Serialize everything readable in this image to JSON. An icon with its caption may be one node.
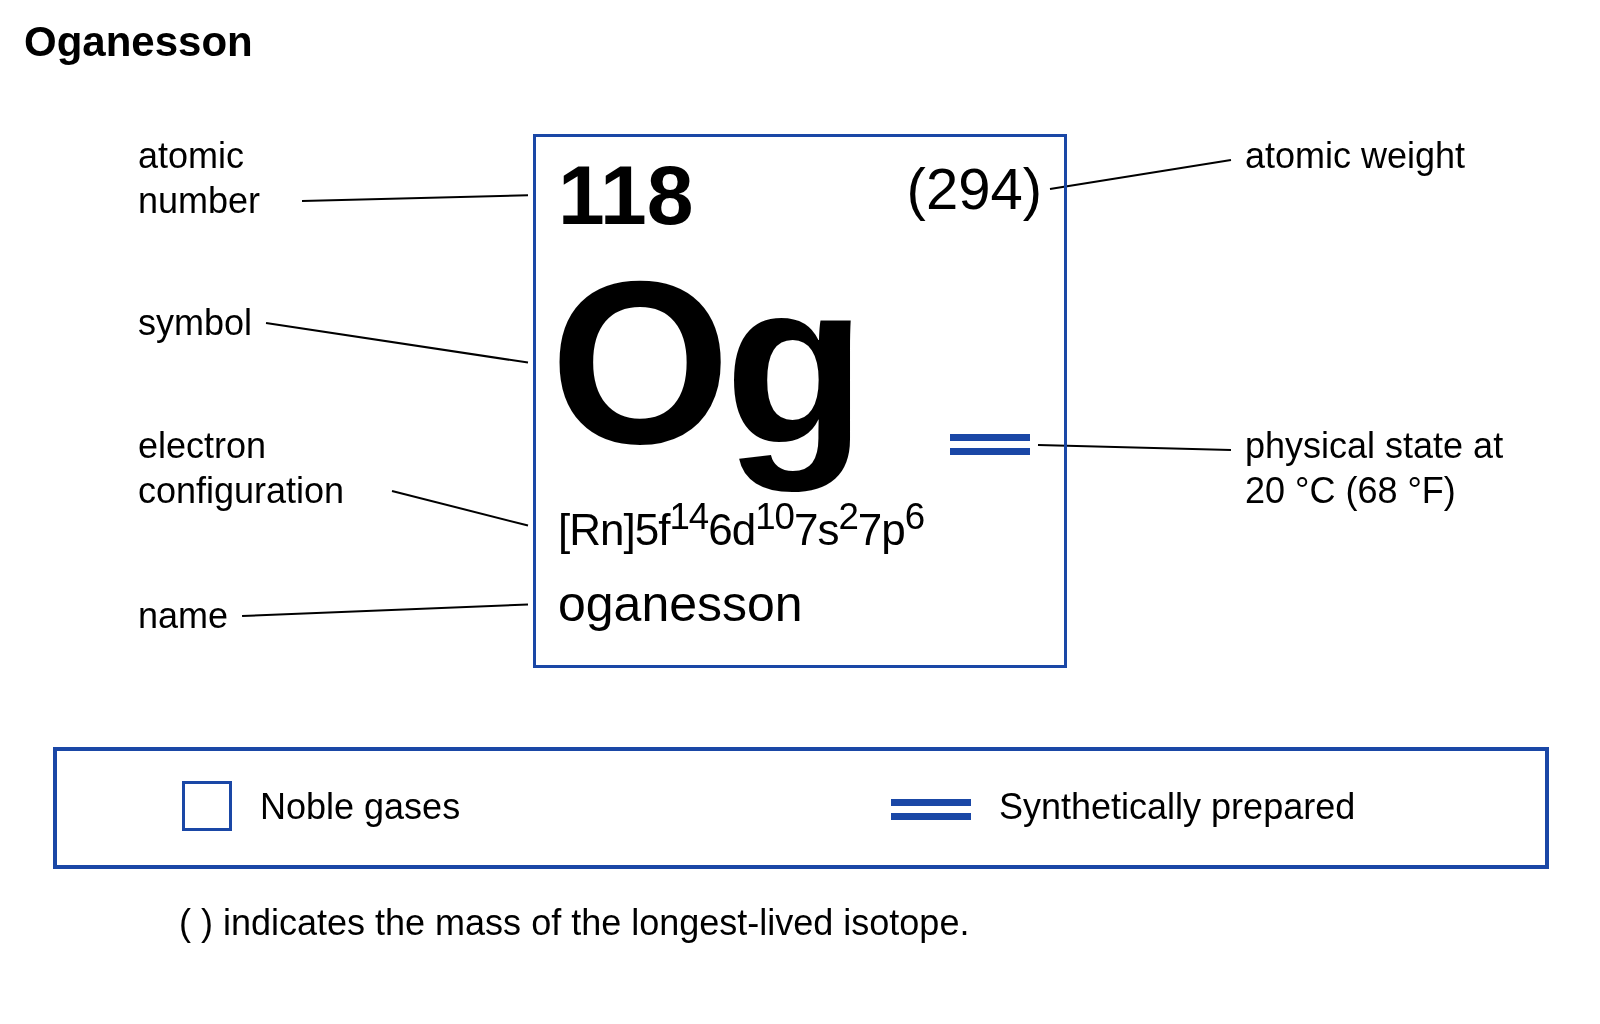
{
  "diagram": {
    "title": "Oganesson",
    "nodes": [
      {
        "text": [],
        "shape": "box"
      },
      {
        "text": [
          "118"
        ],
        "in": 0
      },
      {
        "text": [
          "(294)"
        ],
        "in": 0
      },
      {
        "text": [
          "Og"
        ],
        "in": 0
      },
      {
        "text": [],
        "shape": "bar",
        "in": 0
      },
      {
        "text": [
          "[Rn]5f$^{14}$6d$^{10}$7s$^{2}$7p$^{6}$"
        ],
        "in": 0
      },
      {
        "text": [
          "oganesson"
        ],
        "in": 0
      },
      {
        "text": [
          "atomic number"
        ]
      },
      {
        "text": [
          "symbol"
        ]
      },
      {
        "text": [
          "electron configuration"
        ]
      },
      {
        "text": [
          "name"
        ]
      },
      {
        "text": [
          "atomic weight"
        ]
      },
      {
        "text": [
          "physical state at 20 °C (68 °F)"
        ]
      }
    ],
    "edges": [
      {
        "from": 7,
        "to": 1,
        "arrow": "none"
      },
      {
        "from": 8,
        "to": 3,
        "arrow": "none"
      },
      {
        "from": 9,
        "to": 5,
        "arrow": "none"
      },
      {
        "from": 10,
        "to": 6,
        "arrow": "none"
      },
      {
        "from": 11,
        "to": 2,
        "arrow": "none"
      },
      {
        "from": 12,
        "to": 4,
        "arrow": "none"
      }
    ],
    "legend": [
      {
        "text": "Noble gases"
      },
      {
        "text": "Synthetically prepared"
      }
    ],
    "caption": "( ) indicates the mass of the longest-lived isotope."
  }
}
